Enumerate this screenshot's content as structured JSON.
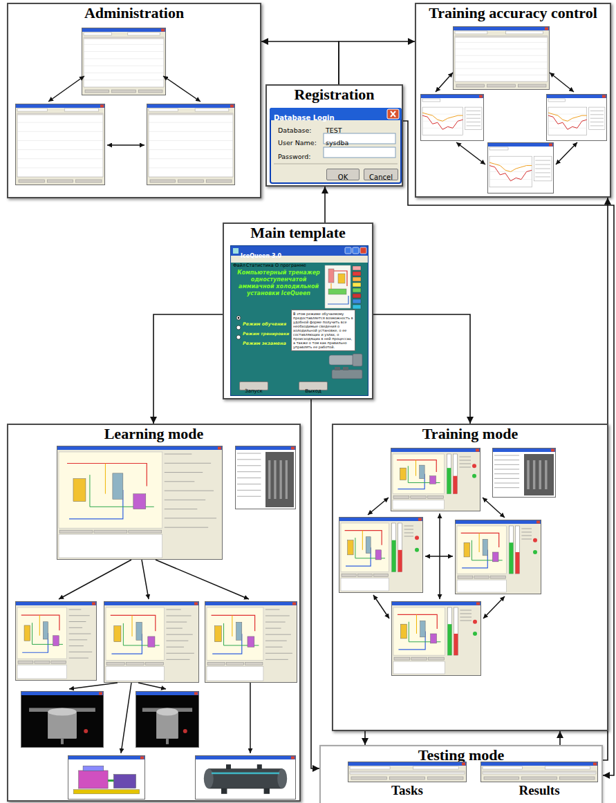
{
  "diagram": {
    "nodes": [
      {
        "text": [
          "Administration"
        ]
      },
      {
        "text": [
          "Registration"
        ]
      },
      {
        "text": [
          "Database Login",
          "Database:",
          "TEST",
          "User Name:",
          "sysdba",
          "Password:"
        ],
        "in": 1
      },
      {
        "text": [
          "OK"
        ],
        "in": 2
      },
      {
        "text": [
          "Cancel"
        ],
        "in": 2
      },
      {
        "text": [
          "Training accuracy control"
        ]
      },
      {
        "text": [
          "Main template"
        ]
      },
      {
        "text": [
          "IceQueen 3.0",
          "Файл",
          "Статистика",
          "О программе",
          "Компьютерный тренажер одноступенчатой аммиачной холодильной установки IceQueen",
          "Режим обучения",
          "Режим тренировки",
          "Режим экзамена",
          "В этом режиме обучаемому предоставляется возможность в удобной форме получить все необходимые сведения о холодильной установке, о ее составляющих и узлах, о происходящих в ней процессах, а также о том как правильно управлять ее работой."
        ],
        "in": 6
      },
      {
        "text": [
          "Запуск"
        ],
        "in": 7
      },
      {
        "text": [
          "Выход"
        ],
        "in": 7
      },
      {
        "text": [
          "Learning mode"
        ]
      },
      {
        "text": [
          "Training mode"
        ]
      },
      {
        "text": [
          "Testing mode"
        ]
      },
      {
        "text": [
          "Tasks"
        ],
        "in": 12
      },
      {
        "text": [
          "Results"
        ],
        "in": 12
      }
    ],
    "edges": [
      {
        "from": 1,
        "to": 0,
        "arrow": "to"
      },
      {
        "from": 1,
        "to": 5,
        "arrow": "to"
      },
      {
        "from": 6,
        "to": 1,
        "arrow": "to"
      },
      {
        "from": 6,
        "to": 10,
        "arrow": "to"
      },
      {
        "from": 6,
        "to": 11,
        "arrow": "to"
      },
      {
        "from": 6,
        "to": 12,
        "arrow": "to"
      },
      {
        "from": 1,
        "to": 12,
        "arrow": "to"
      },
      {
        "from": 12,
        "to": 5,
        "arrow": "to"
      },
      {
        "from": 11,
        "to": 12,
        "arrow": "to"
      },
      {
        "from": 12,
        "to": 11,
        "arrow": "to"
      }
    ]
  }
}
